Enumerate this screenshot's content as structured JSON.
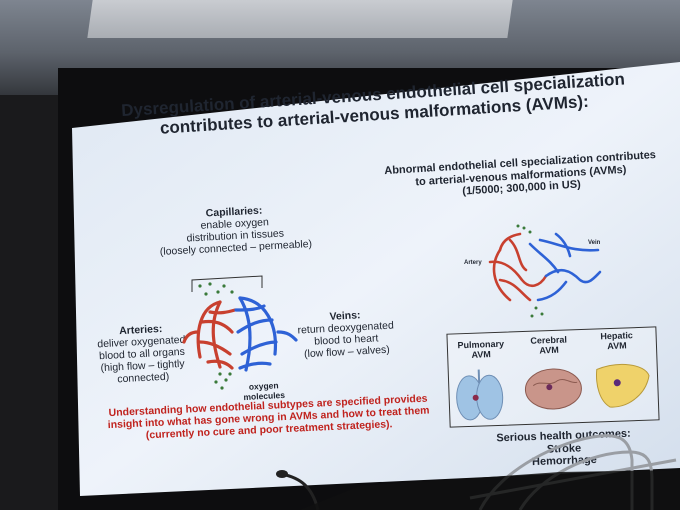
{
  "slide": {
    "title_line1": "Dysregulation of arterial-venous endothelial cell specialization",
    "title_line2": "contributes to arterial-venous malformations (AVMs):",
    "right_heading_line1": "Abnormal endothelial cell specialization contributes",
    "right_heading_line2": "to arterial-venous malformations (AVMs)",
    "right_heading_line3": "(1/5000; 300,000 in US)",
    "capillaries_title": "Capillaries:",
    "capillaries_line1": "enable oxygen",
    "capillaries_line2": "distribution in tissues",
    "capillaries_line3": "(loosely connected – permeable)",
    "arteries_title": "Arteries:",
    "arteries_line1": "deliver oxygenated",
    "arteries_line2": "blood to all organs",
    "arteries_line3": "(high flow – tightly",
    "arteries_line4": "connected)",
    "veins_title": "Veins:",
    "veins_line1": "return deoxygenated",
    "veins_line2": "blood to heart",
    "veins_line3": "(low flow – valves)",
    "oxygen_label_line1": "oxygen",
    "oxygen_label_line2": "molecules",
    "artery_label": "Artery",
    "vein_label": "Vein",
    "pulmonary_line1": "Pulmonary",
    "pulmonary_line2": "AVM",
    "cerebral_line1": "Cerebral",
    "cerebral_line2": "AVM",
    "hepatic_line1": "Hepatic",
    "hepatic_line2": "AVM",
    "bottom_line1": "Understanding how endothelial subtypes are specified provides",
    "bottom_line2": "insight into what has gone wrong in AVMs and how to treat them",
    "bottom_line3": "(currently no cure and poor treatment strategies).",
    "outcomes_partial": "Serious health outcomes:",
    "outcomes_partial2": "Stroke",
    "outcomes_partial3": "Hemorrhage"
  },
  "colors": {
    "slide_bg": "#e6eef8",
    "artery_red": "#c8402f",
    "vein_blue": "#2e62d6",
    "emphasis_red": "#c0231e"
  }
}
